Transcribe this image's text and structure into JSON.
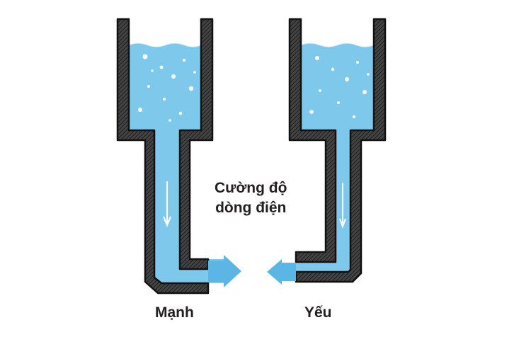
{
  "labels": {
    "center_line1": "Cường độ",
    "center_line2": "dòng điện",
    "strong": "Mạnh",
    "weak": "Yếu"
  },
  "colors": {
    "water": "#7ec8ec",
    "water_light": "#a7dcf5",
    "wall_fill": "#3a3a3a",
    "wall_outline": "#1a1a1a",
    "arrow": "#5bb6e6",
    "bubble": "#ffffff",
    "text": "#231f20"
  },
  "icons": {
    "flow_arrow_strong": "arrow-right-icon",
    "flow_arrow_weak": "arrow-left-icon",
    "flow_direction": "arrow-down-icon"
  }
}
